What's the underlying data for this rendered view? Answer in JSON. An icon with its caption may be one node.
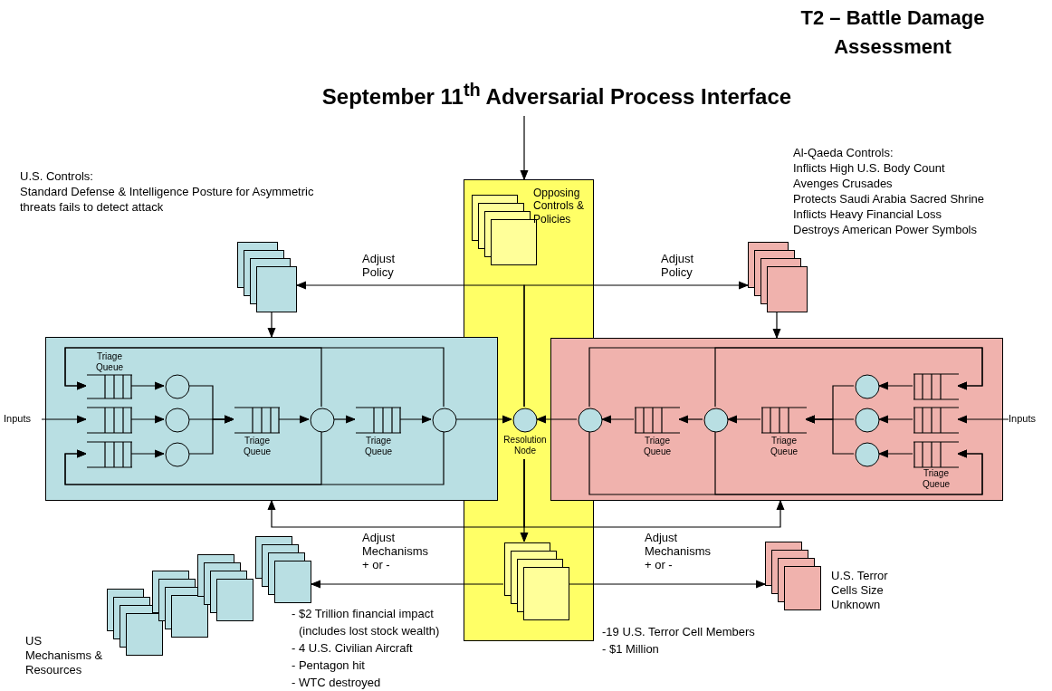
{
  "diagram": {
    "title": "September 11$^{th}$ Adversarial Process Interface",
    "nodes": [
      {
        "text": [],
        "shape": "bar"
      },
      {
        "text": [
          "Opposing Controls & Policies"
        ],
        "in": 0
      },
      {
        "text": [
          "Resolution Node"
        ],
        "in": 0
      },
      {
        "text": [],
        "shape": "box",
        "in": 0
      },
      {
        "text": [],
        "shape": "box",
        "beside": [
          "U.S. Controls:",
          "Standard Defense & Intelligence Posture for Asymmetric threats fails to detect attack"
        ]
      },
      {
        "text": [],
        "shape": "box",
        "beside": [
          "Al-Qaeda Controls:",
          "Inflicts High U.S. Body Count",
          "Avenges Crusades",
          "Protects Saudi Arabia Sacred Shrine",
          "Inflicts Heavy Financial Loss",
          "Destroys American Power Symbols"
        ]
      },
      {
        "text": [],
        "shape": "box"
      },
      {
        "text": [
          "Triage Queue"
        ],
        "in": 6
      },
      {
        "text": [],
        "shape": "box",
        "in": 6
      },
      {
        "text": [],
        "shape": "box",
        "in": 6
      },
      {
        "text": [],
        "shape": "circle",
        "in": 6
      },
      {
        "text": [],
        "shape": "circle",
        "in": 6
      },
      {
        "text": [],
        "shape": "circle",
        "in": 6
      },
      {
        "text": [
          "Triage Queue"
        ],
        "in": 6
      },
      {
        "text": [],
        "shape": "circle",
        "in": 6
      },
      {
        "text": [
          "Triage Queue"
        ],
        "in": 6
      },
      {
        "text": [],
        "shape": "circle",
        "in": 6
      },
      {
        "text": [],
        "shape": "box"
      },
      {
        "text": [],
        "shape": "circle",
        "in": 17
      },
      {
        "text": [
          "Triage Queue"
        ],
        "in": 17
      },
      {
        "text": [],
        "shape": "circle",
        "in": 17
      },
      {
        "text": [
          "Triage Queue"
        ],
        "in": 17
      },
      {
        "text": [],
        "shape": "circle",
        "in": 17
      },
      {
        "text": [],
        "shape": "circle",
        "in": 17
      },
      {
        "text": [],
        "shape": "circle",
        "in": 17
      },
      {
        "text": [],
        "shape": "box",
        "in": 17
      },
      {
        "text": [],
        "shape": "box",
        "in": 17
      },
      {
        "text": [
          "Triage Queue"
        ],
        "in": 17
      },
      {
        "text": [
          "Inputs"
        ]
      },
      {
        "text": [
          "Inputs"
        ]
      },
      {
        "text": [],
        "shape": "box",
        "beside": [
          "US Mechanisms & Resources"
        ]
      },
      {
        "text": [],
        "shape": "box"
      },
      {
        "text": [],
        "shape": "box"
      },
      {
        "text": [],
        "shape": "box"
      },
      {
        "text": [],
        "shape": "box",
        "beside": [
          "U.S. Terror Cells Size Unknown"
        ]
      }
    ],
    "edges": [
      {
        "from": null,
        "to": 0,
        "arrow": "to"
      },
      {
        "from": 2,
        "to": 4,
        "label": "Adjust Policy",
        "arrow": "to"
      },
      {
        "from": 2,
        "to": 5,
        "label": "Adjust Policy",
        "arrow": "to"
      },
      {
        "from": 4,
        "to": 6,
        "arrow": "to"
      },
      {
        "from": 5,
        "to": 17,
        "arrow": "to"
      },
      {
        "from": 2,
        "to": 6,
        "label": "Adjust Mechanisms + or -",
        "arrow": "to"
      },
      {
        "from": 2,
        "to": 17,
        "label": "Adjust Mechanisms + or -",
        "arrow": "to"
      },
      {
        "from": 2,
        "to": 3,
        "arrow": "to"
      },
      {
        "from": 3,
        "to": 33,
        "arrow": "to"
      },
      {
        "from": 3,
        "to": 34,
        "arrow": "to"
      },
      {
        "from": 28,
        "to": 8,
        "arrow": "to"
      },
      {
        "from": 7,
        "to": 10,
        "arrow": "to"
      },
      {
        "from": 8,
        "to": 11,
        "arrow": "to"
      },
      {
        "from": 9,
        "to": 12,
        "arrow": "to"
      },
      {
        "from": 10,
        "to": 13,
        "arrow": "to"
      },
      {
        "from": 11,
        "to": 13,
        "arrow": "to"
      },
      {
        "from": 12,
        "to": 13,
        "arrow": "to"
      },
      {
        "from": 13,
        "to": 14,
        "arrow": "to"
      },
      {
        "from": 14,
        "to": 15,
        "arrow": "to"
      },
      {
        "from": 15,
        "to": 16,
        "arrow": "to"
      },
      {
        "from": 16,
        "to": 2,
        "arrow": "to"
      },
      {
        "from": 14,
        "to": 7,
        "arrow": "to"
      },
      {
        "from": 16,
        "to": 7,
        "arrow": "to"
      },
      {
        "from": 14,
        "to": 9,
        "arrow": "to"
      },
      {
        "from": 16,
        "to": 9,
        "arrow": "to"
      },
      {
        "from": 29,
        "to": 26,
        "arrow": "to"
      },
      {
        "from": 25,
        "to": 22,
        "arrow": "to"
      },
      {
        "from": 26,
        "to": 23,
        "arrow": "to"
      },
      {
        "from": 27,
        "to": 24,
        "arrow": "to"
      },
      {
        "from": 22,
        "to": 21,
        "arrow": "to"
      },
      {
        "from": 23,
        "to": 21,
        "arrow": "to"
      },
      {
        "from": 24,
        "to": 21,
        "arrow": "to"
      },
      {
        "from": 21,
        "to": 20,
        "arrow": "to"
      },
      {
        "from": 20,
        "to": 19,
        "arrow": "to"
      },
      {
        "from": 19,
        "to": 18,
        "arrow": "to"
      },
      {
        "from": 18,
        "to": 2,
        "arrow": "to"
      },
      {
        "from": 20,
        "to": 25,
        "arrow": "to"
      },
      {
        "from": 18,
        "to": 25,
        "arrow": "to"
      },
      {
        "from": 20,
        "to": 27,
        "arrow": "to"
      },
      {
        "from": 18,
        "to": 27,
        "arrow": "to"
      }
    ],
    "labels": [
      "T2 – Battle Damage Assessment",
      "- $2 Trillion financial impact (includes lost stock wealth)",
      "- 4 U.S. Civilian Aircraft",
      "- Pentagon hit",
      "- WTC destroyed",
      "-19 U.S. Terror Cell Members",
      "- $1 Million"
    ]
  }
}
